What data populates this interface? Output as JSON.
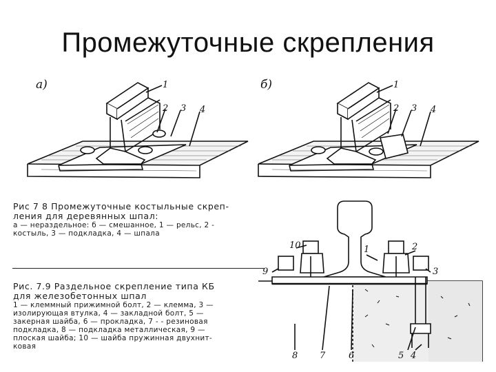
{
  "slide": {
    "title": "Промежуточные скрепления"
  },
  "figure_a": {
    "letter": "а)",
    "callouts": [
      "1",
      "2",
      "3",
      "4"
    ]
  },
  "figure_b": {
    "letter": "б)",
    "callouts": [
      "1",
      "2",
      "3",
      "4"
    ]
  },
  "figure_79": {
    "callouts": [
      "10",
      "1",
      "2",
      "9",
      "3",
      "8",
      "7",
      "6",
      "5",
      "4"
    ]
  },
  "caption_78": {
    "title_lines": [
      "Рис 7 8  Промежуточные костыльные скреп-",
      "ления для деревянных шпал:"
    ],
    "body_lines": [
      "а — нераздельное: б — смешанное, 1 — рельс, 2 -",
      "костыль, 3 — подкладка, 4 — шпала"
    ]
  },
  "caption_79": {
    "title_lines": [
      "Рис. 7.9  Раздельное скрепление типа  КБ",
      "для железобетонных шпал"
    ],
    "body_lines": [
      "1 — клеммный прижимной болт, 2 — клемма, 3 —",
      "изолирующая втулка, 4 — закладной болт, 5 —",
      "закерная шайба, 6 — прокладка, 7 - - резиновая",
      "подкладка, 8 — подкладка металлическая, 9 —",
      "плоская шайба; 10 — шайба пружинная двухнит-",
      "ковая"
    ]
  }
}
